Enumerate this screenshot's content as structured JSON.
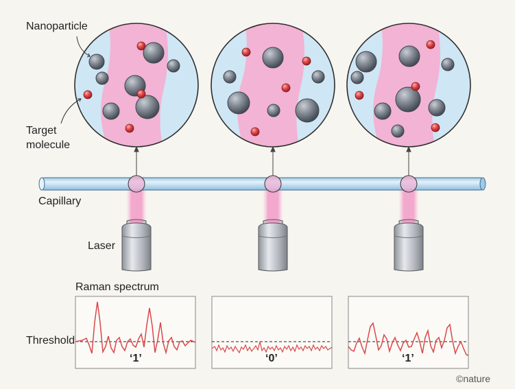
{
  "labels": {
    "nanoparticle": "Nanoparticle",
    "target_line1": "Target",
    "target_line2": "molecule",
    "capillary": "Capillary",
    "laser": "Laser",
    "raman": "Raman spectrum",
    "threshold": "Threshold",
    "credit": "©nature"
  },
  "panels": [
    {
      "output": "‘1’"
    },
    {
      "output": "‘0’"
    },
    {
      "output": "‘1’"
    }
  ],
  "colors": {
    "background": "#f7f5ef",
    "droplet_fill": "#cfe6f5",
    "laser_beam": "#f3b8d6",
    "nanoparticle": "#7d838c",
    "target_molecule": "#d9474a",
    "capillary": "#bcdcef",
    "spectrum_line": "#d9474a"
  },
  "icons": [
    "nanoparticle-icon",
    "target-molecule-icon",
    "laser-objective-icon",
    "capillary-tube-icon"
  ]
}
